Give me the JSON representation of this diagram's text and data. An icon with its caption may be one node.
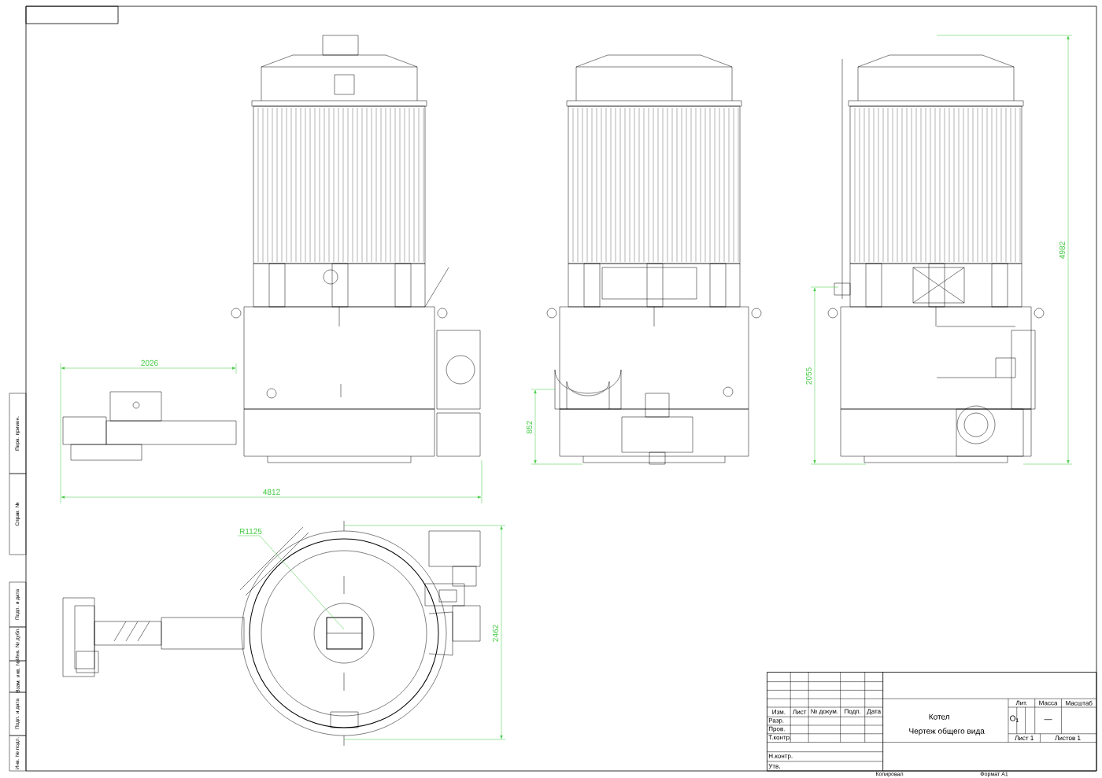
{
  "diagram": {
    "labels": [
      "2026",
      "4982",
      "2055",
      "852",
      "4812",
      "R1125",
      "2462",
      "Перв. примен.",
      "Справ. №",
      "Подп. и дата",
      "Инв. № дубл.",
      "Взам. инв. №",
      "Подп. и дата",
      "Инв. № подл.",
      "Изм.",
      "Лист",
      "№ докум.",
      "Подп.",
      "Дата",
      "Разр.",
      "Пров.",
      "Т.контр.",
      "Н.контр.",
      "Утв.",
      "Котел",
      "Чертеж общего вида",
      "Лит.",
      "Масса",
      "Масштаб",
      "О$_{1}$",
      "—",
      "Лист 1",
      "Листов 1",
      "Копировал",
      "Формат А1"
    ]
  }
}
